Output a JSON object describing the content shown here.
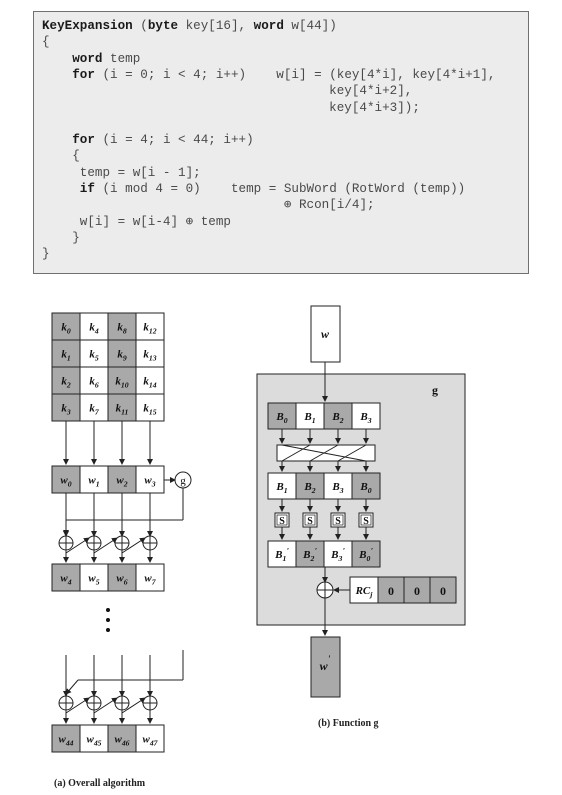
{
  "code": {
    "lines": [
      "KeyExpansion (byte key[16], word w[44])",
      "{",
      "    word temp",
      "    for (i = 0; i < 4; i++)    w[i] = (key[4*i], key[4*i+1],",
      "                                      key[4*i+2],",
      "                                      key[4*i+3]);",
      "",
      "    for (i = 4; i < 44; i++)",
      "    {",
      "     temp = w[i - 1];",
      "     if (i mod 4 = 0)    temp = SubWord (RotWord (temp))",
      "                                ⊕ Rcon[i/4];",
      "     w[i] = w[i-4] ⊕ temp",
      "    }",
      "}"
    ]
  },
  "left_diagram": {
    "key_grid": [
      [
        "k0",
        "k4",
        "k8",
        "k12"
      ],
      [
        "k1",
        "k5",
        "k9",
        "k13"
      ],
      [
        "k2",
        "k6",
        "k10",
        "k14"
      ],
      [
        "k3",
        "k7",
        "k11",
        "k15"
      ]
    ],
    "words_0": [
      "w0",
      "w1",
      "w2",
      "w3"
    ],
    "g_label": "g",
    "words_4": [
      "w4",
      "w5",
      "w6",
      "w7"
    ],
    "words_44": [
      "w44",
      "w45",
      "w46",
      "w47"
    ],
    "caption": "(a) Overall algorithm"
  },
  "right_diagram": {
    "w_label": "w",
    "g_box_label": "g",
    "bytes_in": [
      "B0",
      "B1",
      "B2",
      "B3"
    ],
    "bytes_rot": [
      "B1",
      "B2",
      "B3",
      "B0"
    ],
    "s_label": "S",
    "bytes_sub": [
      "B'1",
      "B'2",
      "B'3",
      "B'0"
    ],
    "rcon_label": "RCj",
    "rcon_zeros": [
      "0",
      "0",
      "0"
    ],
    "w_out_label": "w'",
    "caption": "(b) Function g"
  },
  "colors": {
    "shaded": "#a9a9a9",
    "g_panel": "#dcdcdc",
    "code_bg": "#ececec"
  }
}
